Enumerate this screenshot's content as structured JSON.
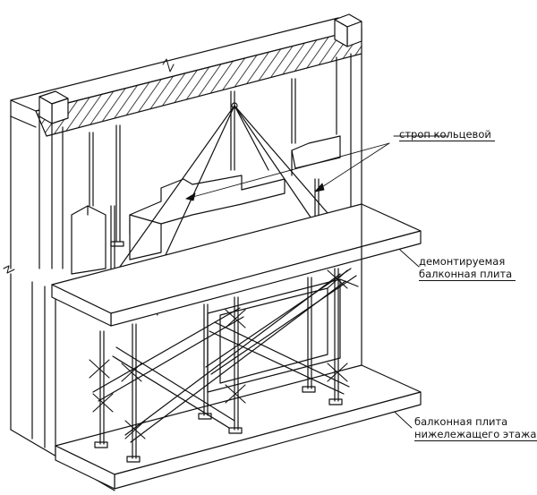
{
  "labels": {
    "ring_sling": "строп кольцевой",
    "dismantled_slab_line1": "демонтируемая",
    "dismantled_slab_line2": "балконная плита",
    "lower_slab_line1": "балконная плита",
    "lower_slab_line2": "нижележащего этажа"
  },
  "colors": {
    "line": "#111111",
    "background": "#ffffff"
  }
}
